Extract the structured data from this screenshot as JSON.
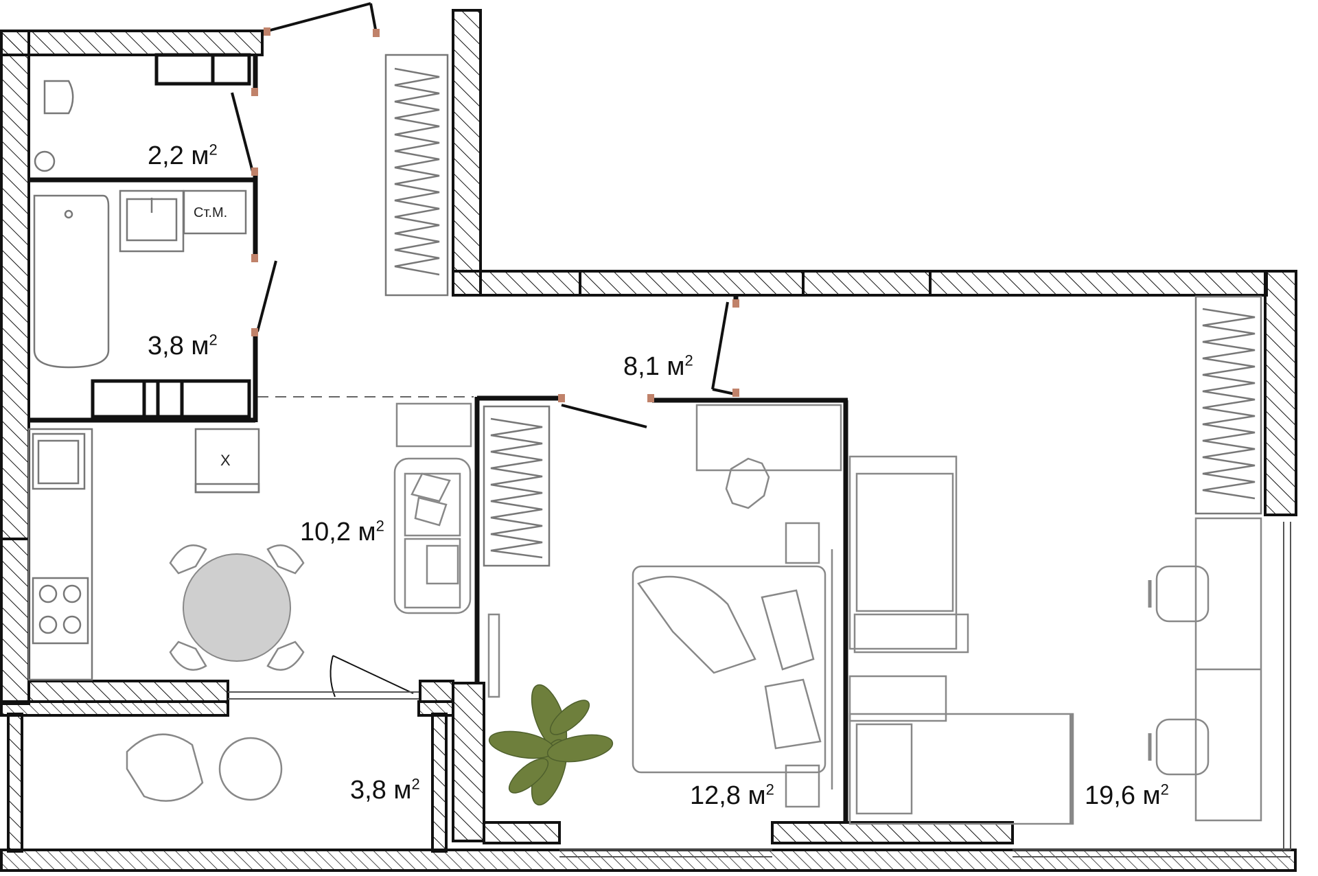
{
  "rooms": [
    {
      "id": "wc",
      "area": "2,2",
      "unit": "м",
      "exp": "2"
    },
    {
      "id": "bathroom",
      "area": "3,8",
      "unit": "м",
      "exp": "2"
    },
    {
      "id": "hallway",
      "area": "8,1",
      "unit": "м",
      "exp": "2"
    },
    {
      "id": "kitchen",
      "area": "10,2",
      "unit": "м",
      "exp": "2"
    },
    {
      "id": "balcony",
      "area": "3,8",
      "unit": "м",
      "exp": "2"
    },
    {
      "id": "bedroom",
      "area": "12,8",
      "unit": "м",
      "exp": "2"
    },
    {
      "id": "living-room",
      "area": "19,6",
      "unit": "м",
      "exp": "2"
    }
  ],
  "fixtures": {
    "washing_machine": "Ст.М.",
    "fridge": "Х"
  },
  "colors": {
    "wall": "#111111",
    "hatch": "#111111",
    "furniture": "#7a7a7a",
    "table": "#cfcfcf",
    "door_marker": "#c0826a",
    "plant": "#6e7f3c"
  }
}
